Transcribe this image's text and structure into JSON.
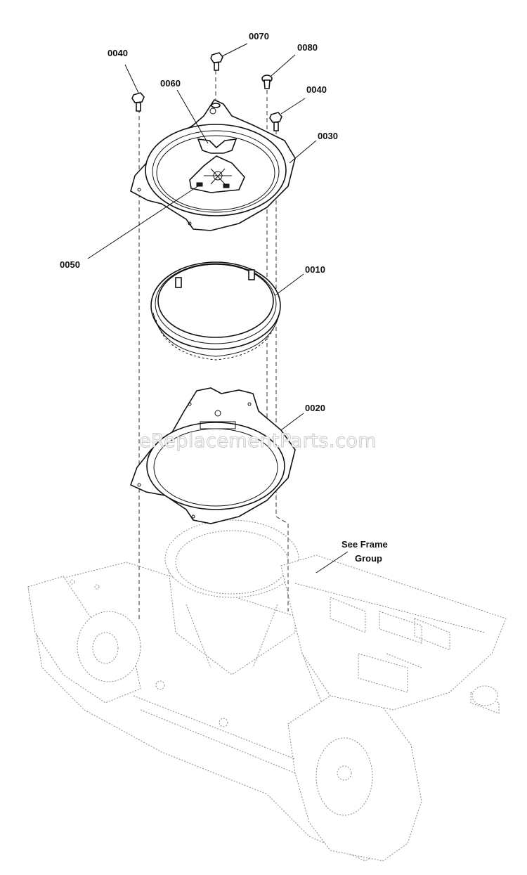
{
  "callouts": {
    "c0040a": "0040",
    "c0070": "0070",
    "c0080": "0080",
    "c0040b": "0040",
    "c0060": "0060",
    "c0030": "0030",
    "c0050": "0050",
    "c0010": "0010",
    "c0020": "0020"
  },
  "note": {
    "line1": "See Frame",
    "line2": "Group"
  },
  "watermark": "eReplacementParts.com",
  "colors": {
    "ink": "#111111",
    "ghost": "#8a8a8a",
    "background": "#ffffff"
  }
}
